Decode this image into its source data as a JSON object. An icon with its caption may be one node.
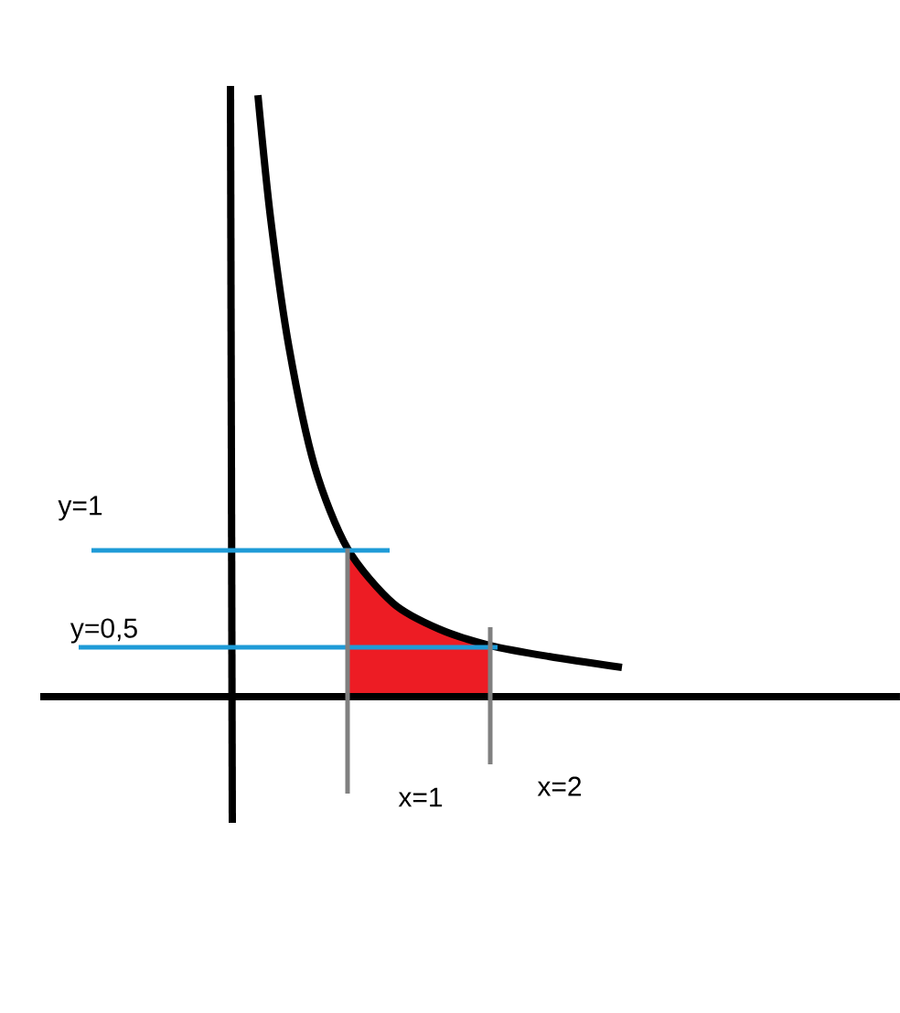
{
  "diagram": {
    "labels": [
      "y=1",
      "y=0,5",
      "x=1",
      "x=2"
    ]
  }
}
